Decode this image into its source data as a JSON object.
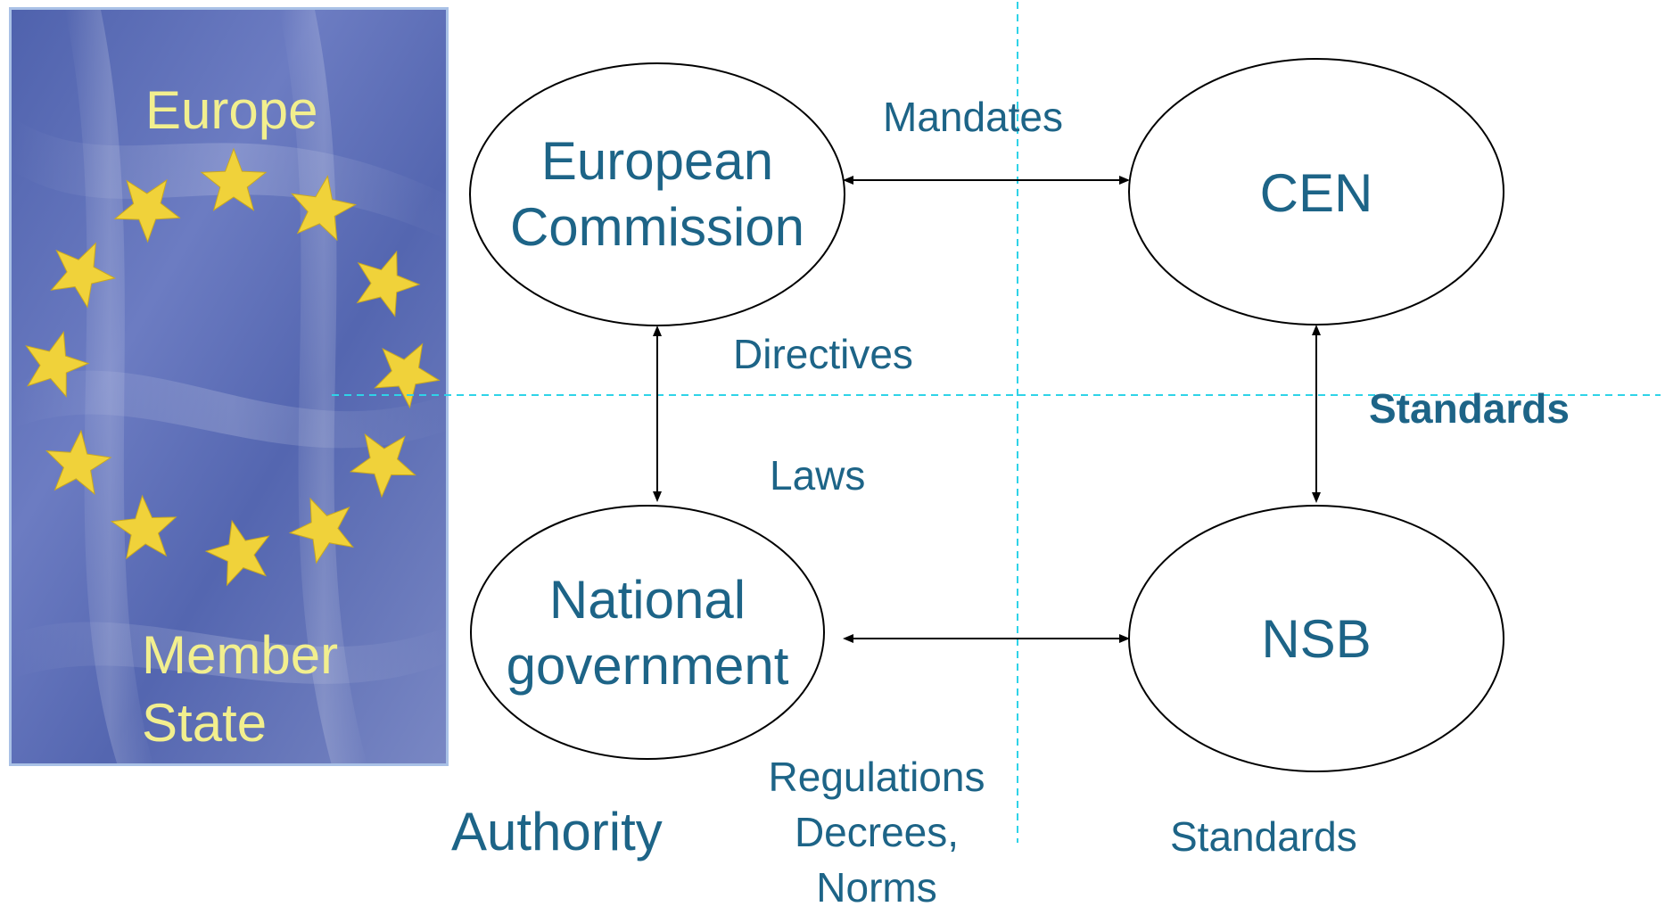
{
  "flag": {
    "top_label": "Europe",
    "bottom_label_line1": "Member",
    "bottom_label_line2": "State"
  },
  "nodes": {
    "european_commission": {
      "line1": "European",
      "line2": "Commission"
    },
    "cen": {
      "label": "CEN"
    },
    "national_government": {
      "line1": "National",
      "line2": "government"
    },
    "nsb": {
      "label": "NSB"
    }
  },
  "edges": {
    "mandates": "Mandates",
    "directives": "Directives",
    "laws": "Laws",
    "standards_bold": "Standards"
  },
  "bottom": {
    "authority": "Authority",
    "regulations_line1": "Regulations",
    "regulations_line2": "Decrees,",
    "regulations_line3": "Norms",
    "standards": "Standards"
  },
  "colors": {
    "text": "#1d6487",
    "flag_text": "#f2ef8e",
    "flag_blue": "#5a6bb5",
    "star": "#f0d23a",
    "divider": "#2fd3e8"
  }
}
